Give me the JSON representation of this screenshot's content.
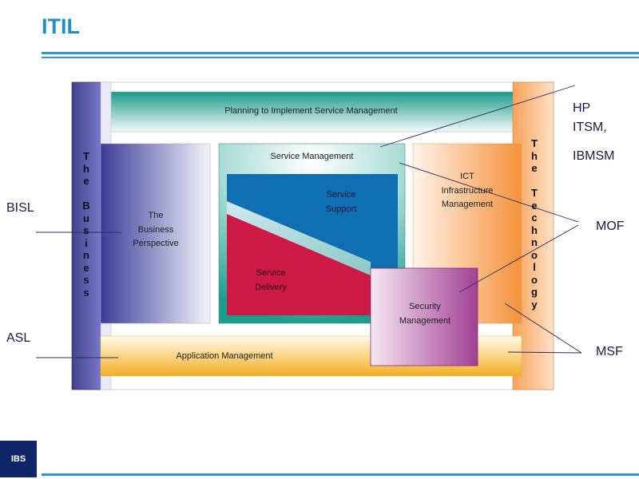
{
  "title": "ITIL",
  "diagram": {
    "planning": "Planning to Implement Service Management",
    "business_column": "T\nh\ne\n\nB\nu\ns\ni\nn\ne\ns\ns",
    "technology_column": "T\nh\ne\n\nT\ne\nc\nh\nn\no\nl\no\ng\ny",
    "business_perspective": "The\nBusiness\nPerspective",
    "service_management": "Service Management",
    "service_support": "Service\nSupport",
    "service_delivery": "Service\nDelivery",
    "ict": "ICT\nInfrastructure\nManagement",
    "security": "Security\nManagement",
    "application": "Application Management"
  },
  "labels": {
    "hp": "HP",
    "itsm": "ITSM,",
    "ibmsm": "IBMSM",
    "bisl": "BISL",
    "mof": "MOF",
    "asl": "ASL",
    "msf": "MSF"
  },
  "footer": {
    "logo": "IBS"
  },
  "colors": {
    "accent": "#1d8fd0",
    "teal": "#1a9e8e",
    "business": "#4848a0",
    "support": "#0f6fb2",
    "delivery": "#cc1a45",
    "technology": "#f4923a",
    "application": "#f5b42a",
    "security": "#a8489a"
  }
}
